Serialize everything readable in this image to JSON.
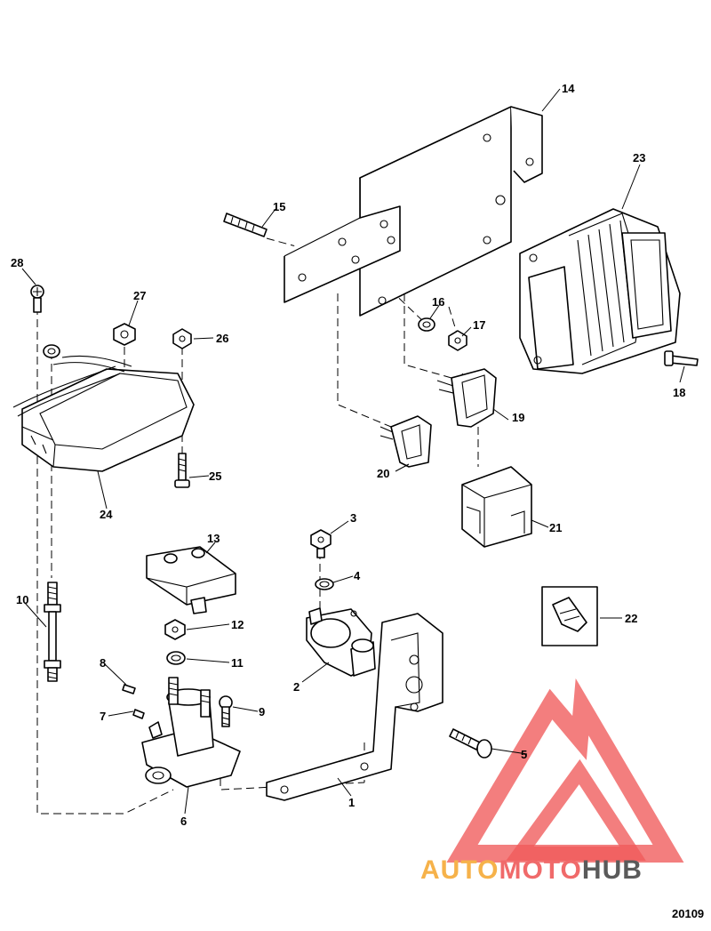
{
  "figure_number": "20109",
  "watermark": {
    "part1": "AUTO",
    "part2": "MOTO",
    "part3": "HUB",
    "colors": {
      "auto": "#f6b24a",
      "moto": "#f06a6a",
      "hub": "#5a5a5a",
      "logo": "#f05a5a"
    }
  },
  "callouts": [
    "1",
    "2",
    "3",
    "4",
    "5",
    "6",
    "7",
    "8",
    "9",
    "10",
    "11",
    "12",
    "13",
    "14",
    "15",
    "16",
    "17",
    "18",
    "19",
    "20",
    "21",
    "22",
    "23",
    "24",
    "25",
    "26",
    "27",
    "28"
  ]
}
